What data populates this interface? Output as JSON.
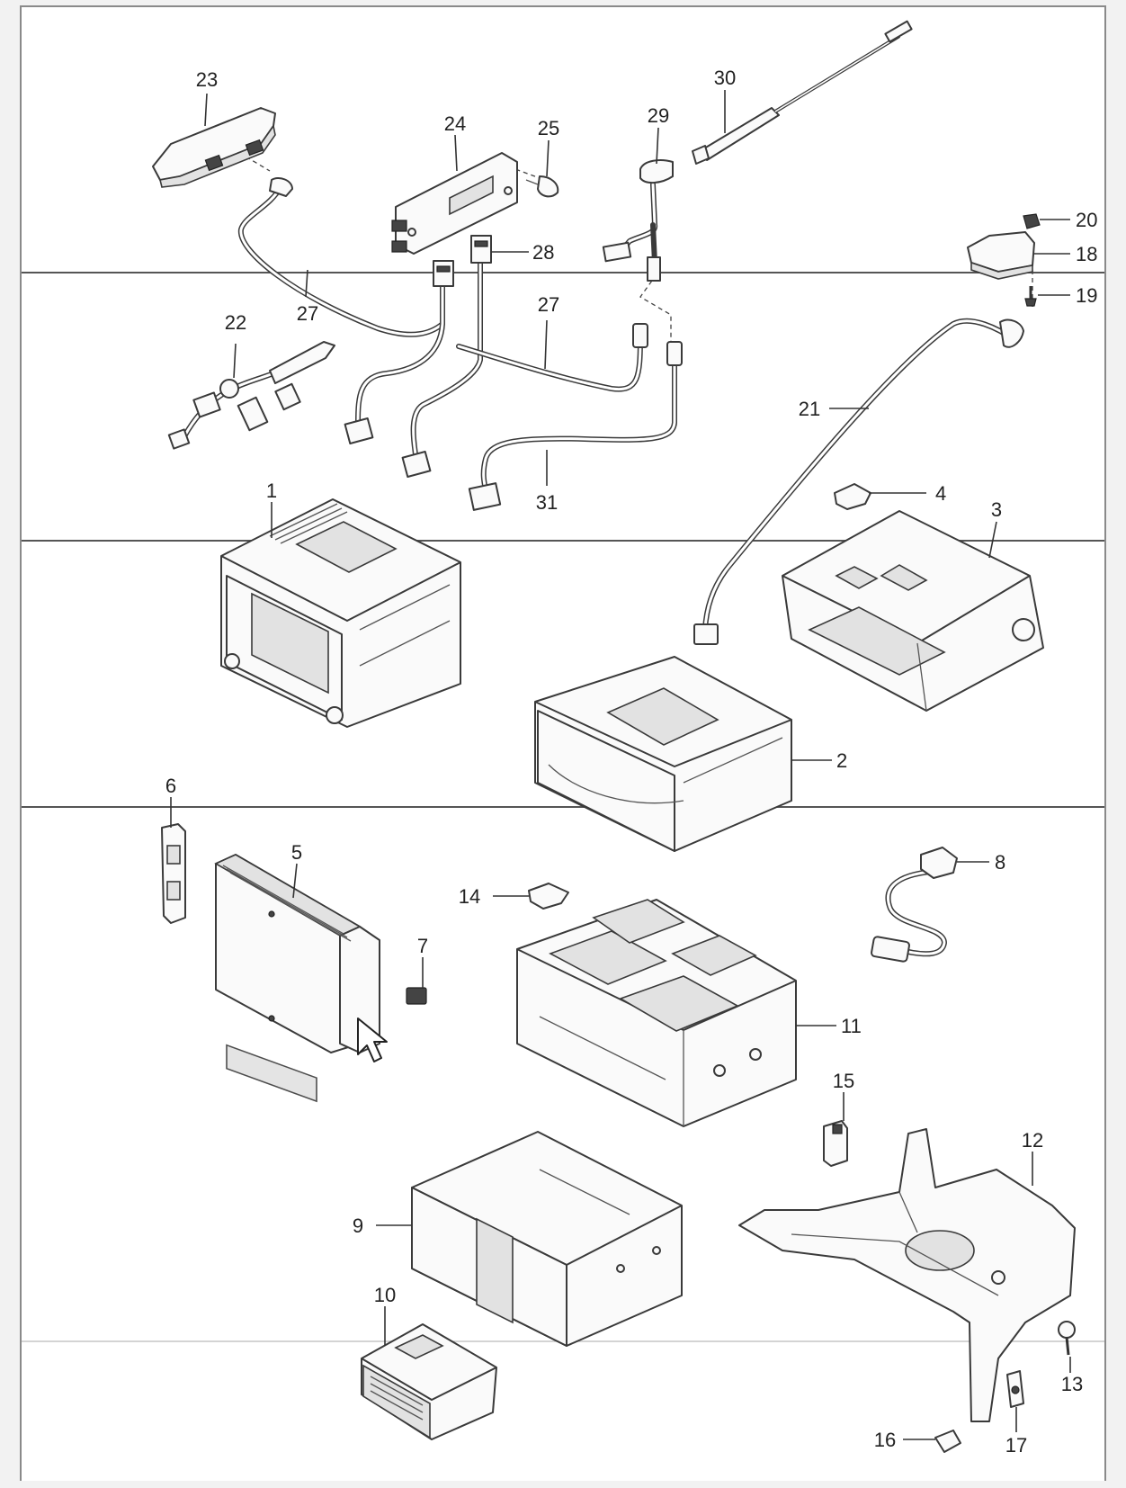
{
  "diagram": {
    "callouts": [
      {
        "id": "1",
        "label": "1"
      },
      {
        "id": "2",
        "label": "2"
      },
      {
        "id": "3",
        "label": "3"
      },
      {
        "id": "4",
        "label": "4"
      },
      {
        "id": "5",
        "label": "5"
      },
      {
        "id": "6",
        "label": "6"
      },
      {
        "id": "7",
        "label": "7"
      },
      {
        "id": "8",
        "label": "8"
      },
      {
        "id": "9",
        "label": "9"
      },
      {
        "id": "10",
        "label": "10"
      },
      {
        "id": "11",
        "label": "11"
      },
      {
        "id": "12",
        "label": "12"
      },
      {
        "id": "13",
        "label": "13"
      },
      {
        "id": "14",
        "label": "14"
      },
      {
        "id": "15",
        "label": "15"
      },
      {
        "id": "16",
        "label": "16"
      },
      {
        "id": "17",
        "label": "17"
      },
      {
        "id": "18",
        "label": "18"
      },
      {
        "id": "19",
        "label": "19"
      },
      {
        "id": "20",
        "label": "20"
      },
      {
        "id": "21",
        "label": "21"
      },
      {
        "id": "22",
        "label": "22"
      },
      {
        "id": "23",
        "label": "23"
      },
      {
        "id": "24",
        "label": "24"
      },
      {
        "id": "25",
        "label": "25"
      },
      {
        "id": "27a",
        "label": "27"
      },
      {
        "id": "27b",
        "label": "27"
      },
      {
        "id": "28",
        "label": "28"
      },
      {
        "id": "29",
        "label": "29"
      },
      {
        "id": "30",
        "label": "30"
      },
      {
        "id": "31",
        "label": "31"
      }
    ]
  }
}
